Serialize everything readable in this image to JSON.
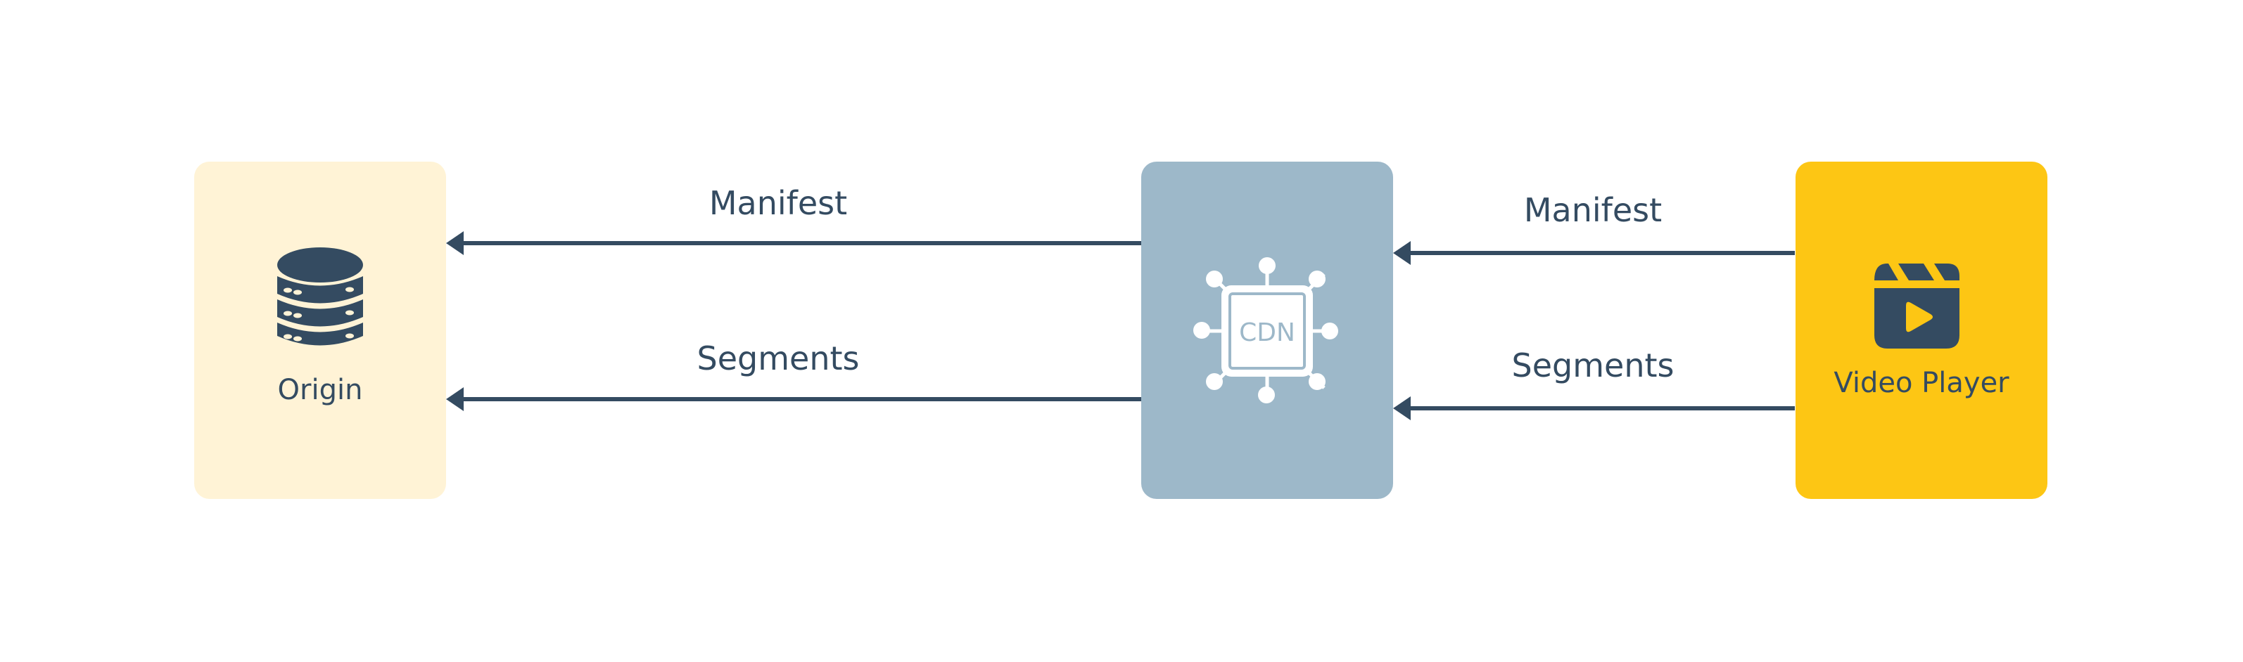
{
  "colors": {
    "origin_bg": "#fff3d6",
    "cdn_bg": "#9db8c9",
    "player_bg": "#fdc614",
    "ink": "#344b61",
    "icon_light": "#ffffff"
  },
  "nodes": {
    "origin": {
      "label": "Origin",
      "icon": "database-icon"
    },
    "cdn": {
      "icon_text": "CDN",
      "icon": "cdn-network-icon"
    },
    "player": {
      "label": "Video Player",
      "icon": "video-clapper-play-icon"
    }
  },
  "edges": {
    "cdn_to_origin_manifest": {
      "label": "Manifest"
    },
    "cdn_to_origin_segments": {
      "label": "Segments"
    },
    "player_to_cdn_manifest": {
      "label": "Manifest"
    },
    "player_to_cdn_segments": {
      "label": "Segments"
    }
  }
}
